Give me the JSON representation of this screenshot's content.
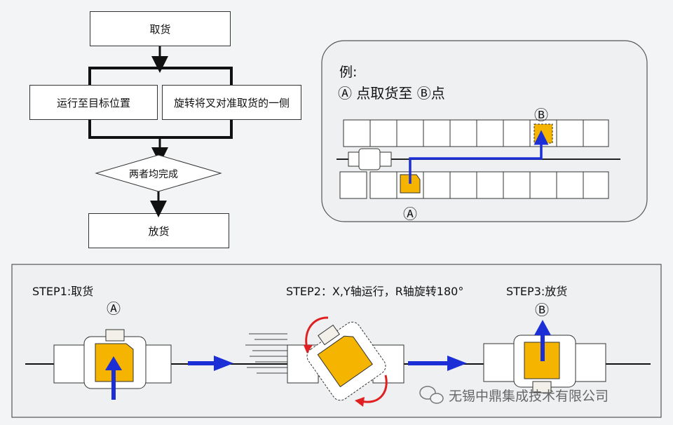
{
  "flow": {
    "step_pick": "取货",
    "step_move": "运行至目标位置",
    "step_rotate": "旋转将叉对准取货的一侧",
    "decision": "两者均完成",
    "step_place": "放货"
  },
  "example": {
    "title": "例:",
    "description": "Ⓐ 点取货至 Ⓑ点",
    "point_a": "Ⓐ",
    "point_b": "Ⓑ"
  },
  "steps": {
    "step1": "STEP1:取货",
    "step2": "STEP2：X,Y轴运行，R轴旋转180°",
    "step3": "STEP3:放货",
    "mark_a": "Ⓐ",
    "mark_b": "Ⓑ"
  },
  "watermark": "无锡中鼎集成技术有限公司",
  "colors": {
    "arrow_blue": "#1c2fd6",
    "cargo_orange": "#f5b400",
    "rotate_red": "#e02020"
  }
}
